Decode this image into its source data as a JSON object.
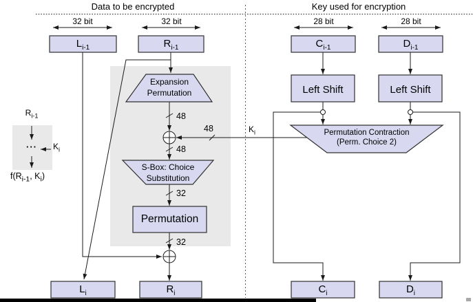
{
  "titles": {
    "left": "Data to be encrypted",
    "right": "Key used for encryption"
  },
  "bit_labels": {
    "left1": "32 bit",
    "left2": "32 bit",
    "right1": "28 bit",
    "right2": "28 bit"
  },
  "registers": {
    "l_prev": {
      "base": "L",
      "sub": "i-1"
    },
    "r_prev": {
      "base": "R",
      "sub": "i-1"
    },
    "c_prev": {
      "base": "C",
      "sub": "i-1"
    },
    "d_prev": {
      "base": "D",
      "sub": "i-1"
    },
    "l_next": {
      "base": "L",
      "sub": "i"
    },
    "r_next": {
      "base": "R",
      "sub": "i"
    },
    "c_next": {
      "base": "C",
      "sub": "i"
    },
    "d_next": {
      "base": "D",
      "sub": "i"
    }
  },
  "blocks": {
    "expansion": {
      "line1": "Expansion",
      "line2": "Permutation"
    },
    "sbox": {
      "line1": "S-Box: Choice",
      "line2": "Substitution"
    },
    "permutation": "Permutation",
    "left_shift1": "Left Shift",
    "left_shift2": "Left Shift",
    "perm_contraction": {
      "line1": "Permutation Contraction",
      "line2": "(Perm. Choice 2)"
    }
  },
  "wire_labels": {
    "w48_expansion": "48",
    "w48_key": "48",
    "w48_xor": "48",
    "w32_sbox": "32",
    "w32_perm": "32",
    "k_i": {
      "base": "K",
      "sub": "i"
    }
  },
  "legend": {
    "r_prev": {
      "base": "R",
      "sub": "i-1"
    },
    "dots": "···",
    "k": {
      "base": "K",
      "sub": "i"
    },
    "f_parts": [
      "f(R",
      "i-1",
      ", K",
      "i",
      ")"
    ]
  },
  "colors": {
    "box_fill": "#d8d8f0",
    "box_border": "#303030",
    "gray_bg": "#e9e9e9",
    "line": "#1a1a1a"
  }
}
